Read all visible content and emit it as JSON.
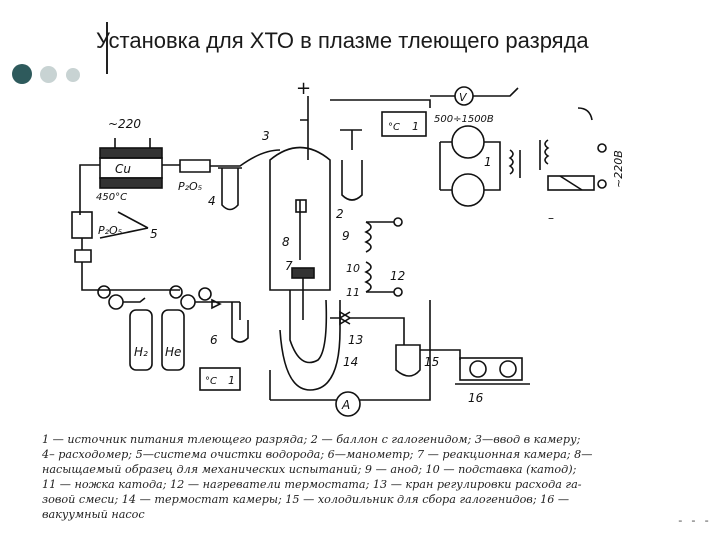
{
  "title": "Установка для ХТО в плазме тлеющего разряда",
  "colors": {
    "dot_dark": "#2e5a5c",
    "dot_light": "#c8d3d3",
    "ink": "#111111"
  },
  "diagram": {
    "labels": {
      "voltage_ac": "~220",
      "cu": "Cu",
      "temp": "450°C",
      "p2o5_a": "P₂O₅",
      "p2o5_b": "P₂O₅",
      "h2": "H₂",
      "he": "He",
      "plus": "+",
      "minus": "–",
      "volt": "V",
      "range": "500÷1500В",
      "v220": "~220В",
      "amp": "A",
      "ct1": "°C",
      "ct1n": "1",
      "ct2": "°C",
      "ct2n": "1",
      "n1": "1",
      "n2": "2",
      "n3": "3",
      "n4": "4",
      "n5": "5",
      "n6": "6",
      "n7": "7",
      "n8": "8",
      "n9": "9",
      "n10": "10",
      "n11": "11",
      "n12": "12",
      "n13": "13",
      "n14": "14",
      "n15": "15",
      "n16": "16"
    }
  },
  "caption": [
    "1 — источник питания тлеющего разряда; 2 — баллон с галогенидом; 3—ввод в камеру;",
    "4– расходомер; 5—система очистки водорода; 6—манометр; 7 — реакционная камера; 8—",
    "насыщаемый образец для механических испытаний; 9 — анод; 10 — подставка (катод);",
    "11 — ножка катода; 12 — нагреватели термостата; 13 — кран регулировки расхода га-",
    "зовой смеси; 14 — термостат камеры; 15 — холодильник для сбора галогенидов; 16 —",
    "вакуумный насос"
  ],
  "corner_mark": "- - -"
}
